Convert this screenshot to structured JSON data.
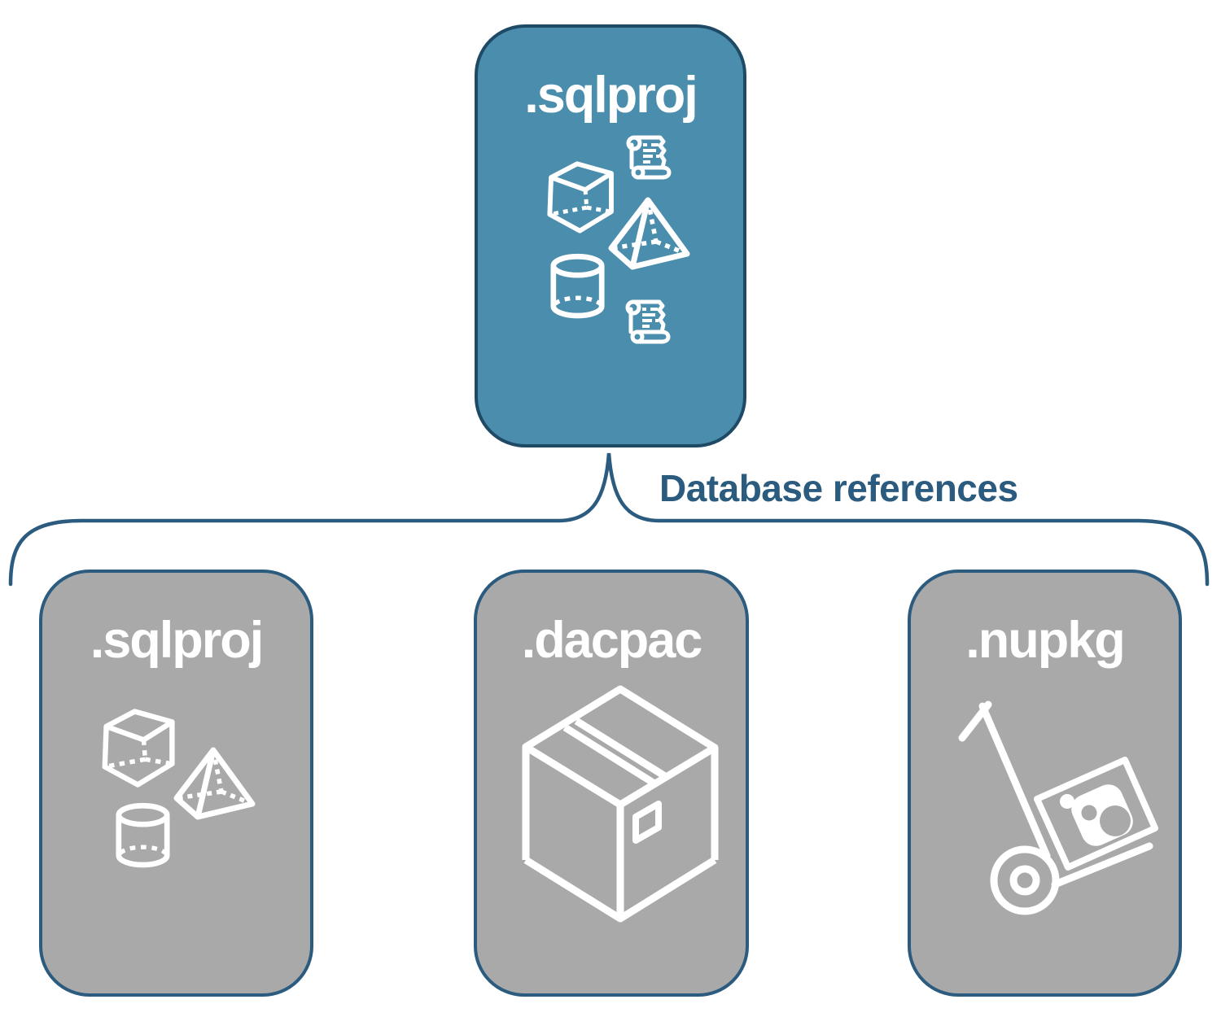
{
  "top_box": {
    "label": ".sqlproj",
    "icons": [
      "scroll-icon",
      "cube-icon",
      "pyramid-icon",
      "cylinder-icon",
      "scroll-icon"
    ]
  },
  "connector": {
    "label": "Database references"
  },
  "bottom_boxes": [
    {
      "label": ".sqlproj",
      "icons": [
        "cube-icon",
        "pyramid-icon",
        "cylinder-icon"
      ]
    },
    {
      "label": ".dacpac",
      "icons": [
        "package-box-icon"
      ]
    },
    {
      "label": ".nupkg",
      "icons": [
        "nuget-dolly-icon"
      ]
    }
  ],
  "colors": {
    "accent-blue": "#4A8DAC",
    "navy": "#1F4A66",
    "line-blue": "#2B5B7E",
    "gray-fill": "#A9A9A9",
    "white": "#FFFFFF"
  }
}
